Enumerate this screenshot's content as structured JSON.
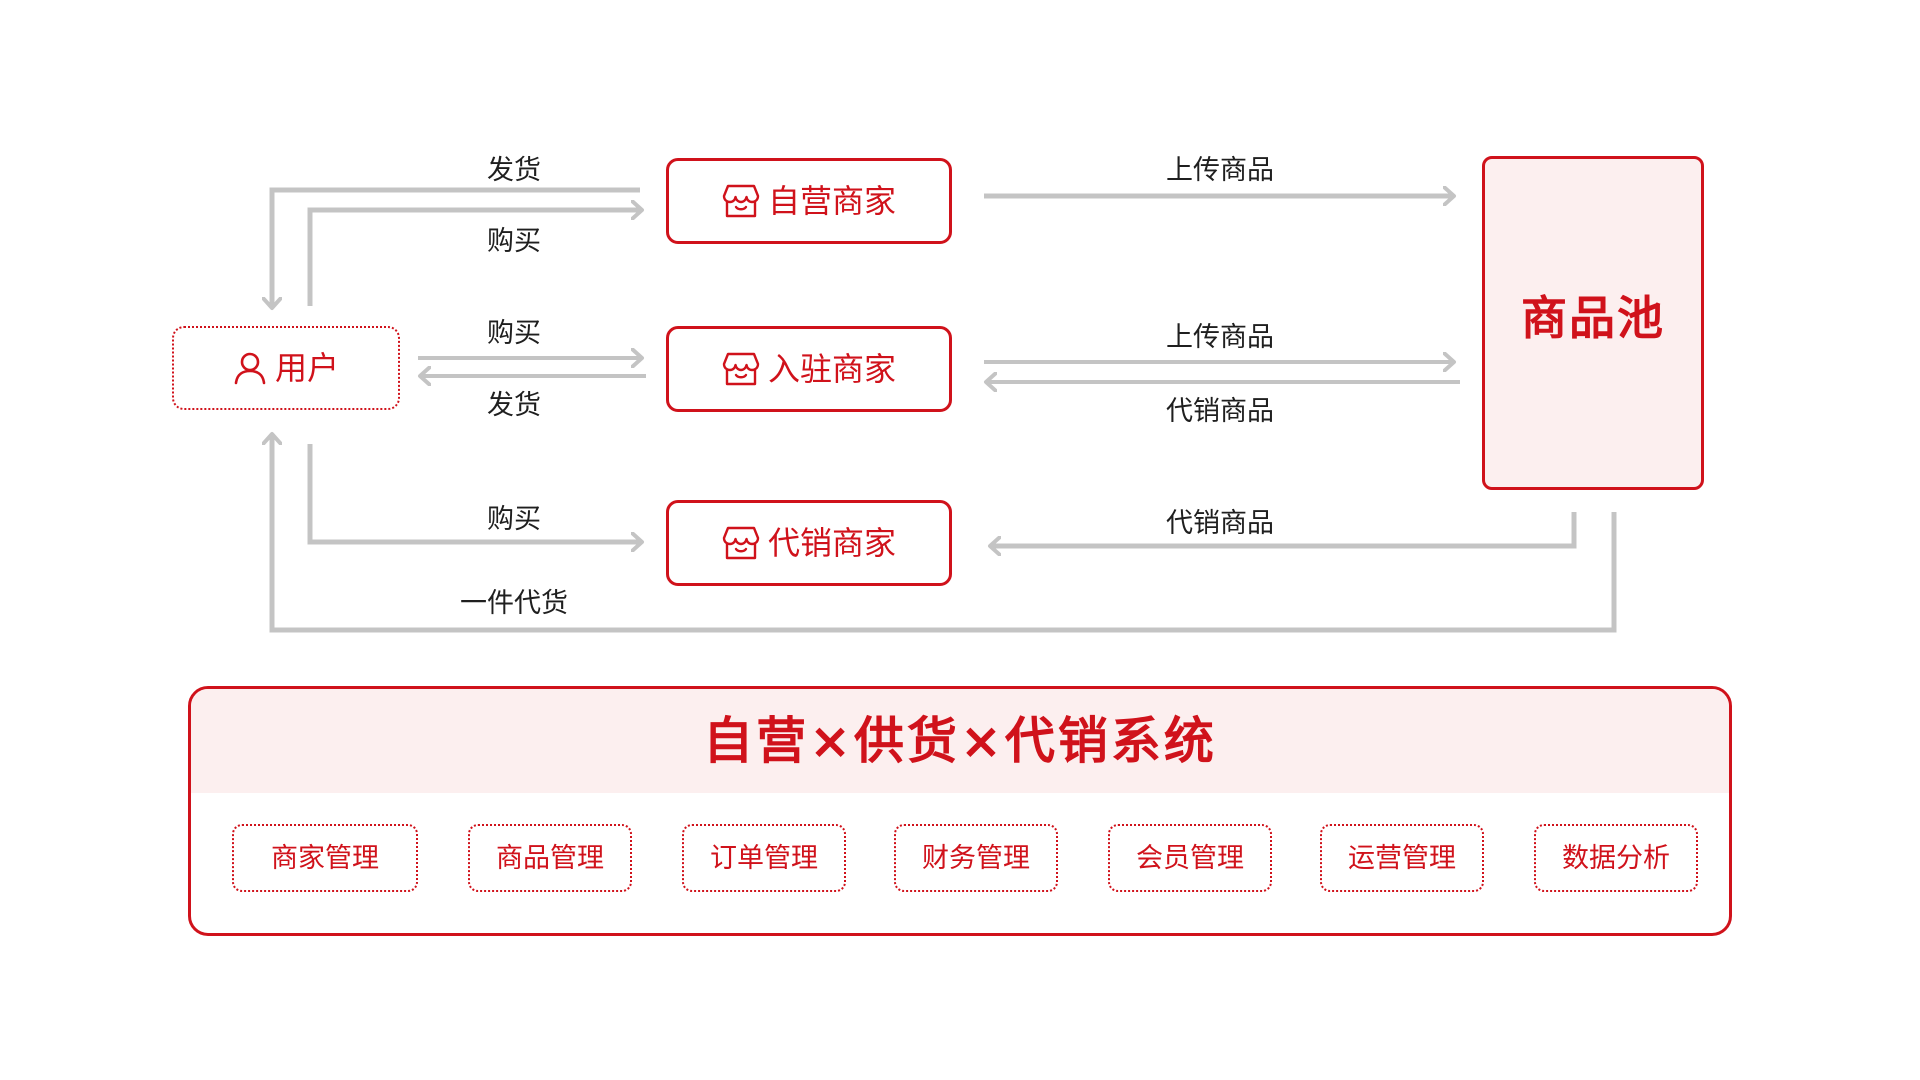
{
  "colors": {
    "accent": "#d0121b",
    "accent_bg": "#fcefef",
    "arrow": "#c4c4c4",
    "text": "#1f1f1f"
  },
  "nodes": {
    "user": {
      "label": "用户",
      "icon": "user-icon"
    },
    "self_operated": {
      "label": "自营商家",
      "icon": "store-icon"
    },
    "settled": {
      "label": "入驻商家",
      "icon": "store-icon"
    },
    "consignment": {
      "label": "代销商家",
      "icon": "store-icon"
    },
    "product_pool": {
      "label": "商品池"
    }
  },
  "edge_labels": {
    "ship_top": "发货",
    "buy_top": "购买",
    "buy_middle": "购买",
    "ship_middle": "发货",
    "buy_bottom": "购买",
    "dropship": "一件代货",
    "upload_top": "上传商品",
    "upload_middle": "上传商品",
    "consign_middle": "代销商品",
    "consign_bottom": "代销商品"
  },
  "system": {
    "title": "自营×供货×代销系统",
    "modules": [
      "商家管理",
      "商品管理",
      "订单管理",
      "财务管理",
      "会员管理",
      "运营管理",
      "数据分析"
    ]
  }
}
